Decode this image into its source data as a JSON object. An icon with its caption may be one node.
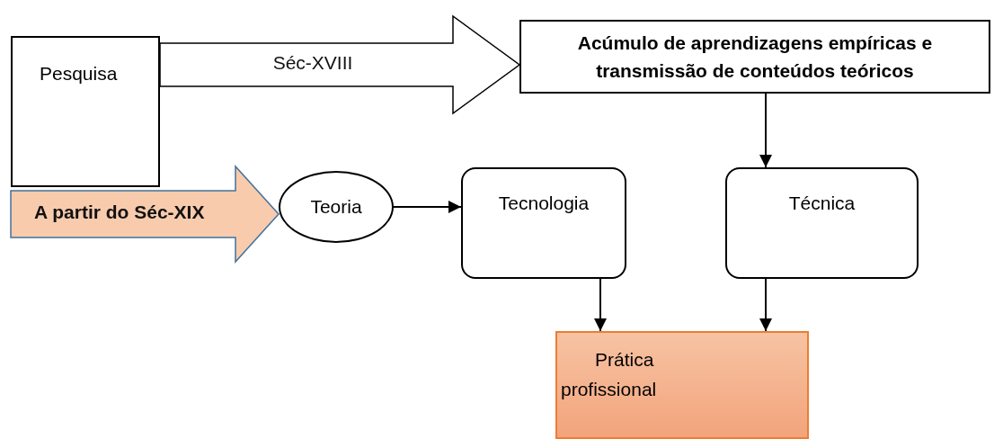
{
  "diagram": {
    "nodes": [
      {
        "text": [
          "Pesquisa"
        ]
      },
      {
        "text": [
          "Acúmulo de aprendizagens empíricas e transmissão de conteúdos teóricos"
        ]
      },
      {
        "text": [
          "Teoria"
        ]
      },
      {
        "text": [
          "Tecnologia"
        ]
      },
      {
        "text": [
          "Técnica"
        ]
      },
      {
        "text": [
          "Prática profissional"
        ]
      }
    ],
    "edges": [
      {
        "from": 0,
        "to": 1,
        "arrow": "to",
        "label": "Séc-XVIII",
        "style": "thick"
      },
      {
        "from": null,
        "to": 2,
        "arrow": "to",
        "label": "A partir do Séc-XIX",
        "style": "thick",
        "color": "#41719c"
      },
      {
        "from": 1,
        "to": 4,
        "arrow": "to"
      },
      {
        "from": 2,
        "to": 3,
        "arrow": "to"
      },
      {
        "from": 3,
        "to": 5,
        "arrow": "to"
      },
      {
        "from": 4,
        "to": 5,
        "arrow": "to"
      }
    ]
  }
}
